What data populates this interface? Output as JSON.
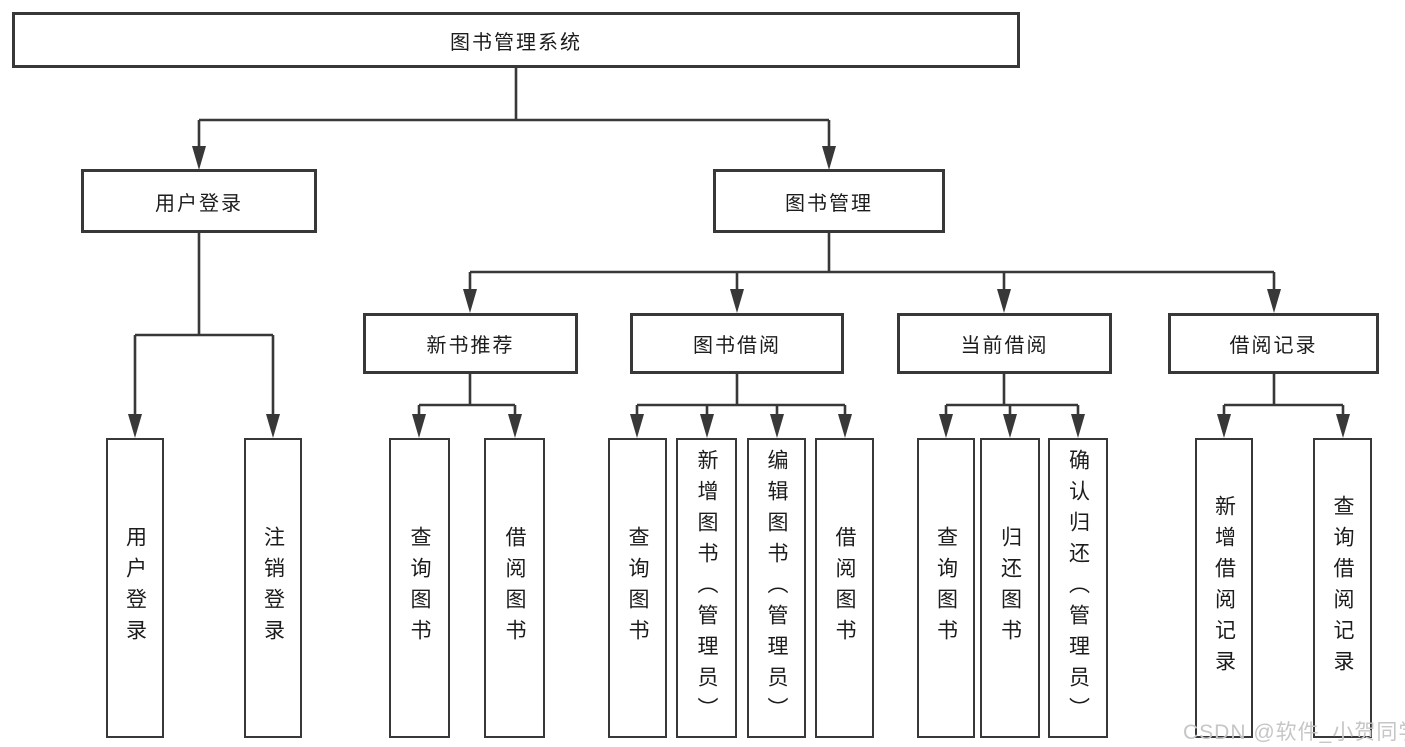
{
  "diagram_type": "functional-decomposition-tree",
  "colors": {
    "line": "#383838",
    "box_border": "#383838",
    "box_fill": "#ffffff",
    "text": "#1c1c1c",
    "watermark": "#c6c6c6"
  },
  "tree": {
    "label": "图书管理系统",
    "children": [
      {
        "label": "用户登录",
        "children": [
          {
            "label": "用户登录"
          },
          {
            "label": "注销登录"
          }
        ]
      },
      {
        "label": "图书管理",
        "children": [
          {
            "label": "新书推荐",
            "children": [
              {
                "label": "查询图书"
              },
              {
                "label": "借阅图书"
              }
            ]
          },
          {
            "label": "图书借阅",
            "children": [
              {
                "label": "查询图书"
              },
              {
                "label": "新增图书（管理员）"
              },
              {
                "label": "编辑图书（管理员）"
              },
              {
                "label": "借阅图书"
              }
            ]
          },
          {
            "label": "当前借阅",
            "children": [
              {
                "label": "查询图书"
              },
              {
                "label": "归还图书"
              },
              {
                "label": "确认归还（管理员）"
              }
            ]
          },
          {
            "label": "借阅记录",
            "children": [
              {
                "label": "新增借阅记录"
              },
              {
                "label": "查询借阅记录"
              }
            ]
          }
        ]
      }
    ]
  },
  "watermark": "CSDN @软件_小贺同学"
}
